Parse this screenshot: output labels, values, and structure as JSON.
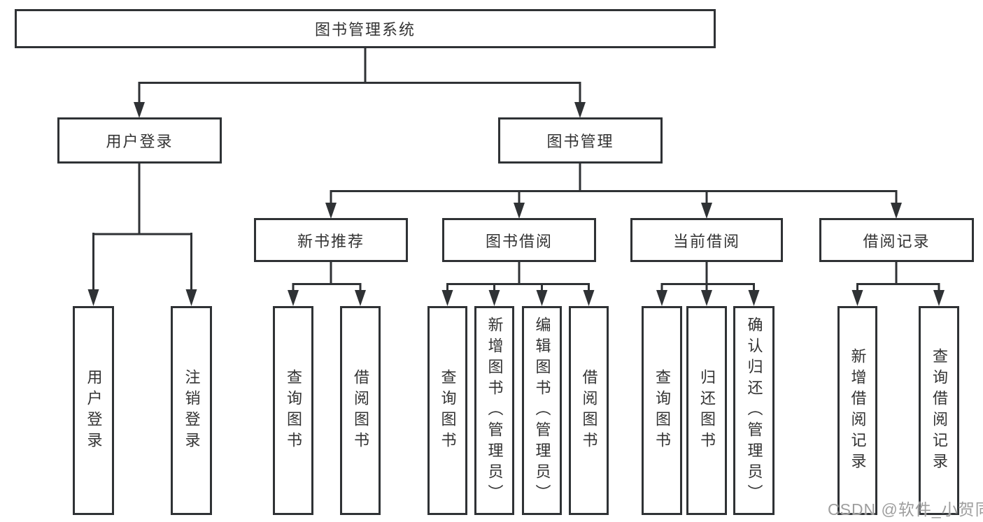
{
  "diagram": {
    "nodes": {
      "root": {
        "label": "图书管理系统"
      },
      "user_login": {
        "label": "用户登录"
      },
      "book_mgmt": {
        "label": "图书管理"
      },
      "new_book_rec": {
        "label": "新书推荐"
      },
      "book_borrow": {
        "label": "图书借阅"
      },
      "current_borrow": {
        "label": "当前借阅"
      },
      "borrow_records": {
        "label": "借阅记录"
      },
      "login": {
        "label": "用户登录"
      },
      "logout": {
        "label": "注销登录"
      },
      "nbr_query_books": {
        "label": "查询图书"
      },
      "nbr_borrow_books": {
        "label": "借阅图书"
      },
      "bb_query_books": {
        "label": "查询图书"
      },
      "bb_add_books": {
        "label": "新增图书（管理员）"
      },
      "bb_edit_books": {
        "label": "编辑图书（管理员）"
      },
      "bb_borrow_books": {
        "label": "借阅图书"
      },
      "cb_query_books": {
        "label": "查询图书"
      },
      "cb_return_books": {
        "label": "归还图书"
      },
      "cb_confirm_return": {
        "label": "确认归还（管理员）"
      },
      "br_add_record": {
        "label": "新增借阅记录"
      },
      "br_query_record": {
        "label": "查询借阅记录"
      }
    },
    "hierarchy": {
      "图书管理系统": {
        "用户登录": [
          "用户登录",
          "注销登录"
        ],
        "图书管理": {
          "新书推荐": [
            "查询图书",
            "借阅图书"
          ],
          "图书借阅": [
            "查询图书",
            "新增图书（管理员）",
            "编辑图书（管理员）",
            "借阅图书"
          ],
          "当前借阅": [
            "查询图书",
            "归还图书",
            "确认归还（管理员）"
          ],
          "借阅记录": [
            "新增借阅记录",
            "查询借阅记录"
          ]
        }
      }
    },
    "watermark": "CSDN @软件_小贺同学",
    "colors": {
      "line": "#2f3235",
      "text": "#333333",
      "background": "#ffffff",
      "watermark": "#9e9e9e"
    }
  }
}
